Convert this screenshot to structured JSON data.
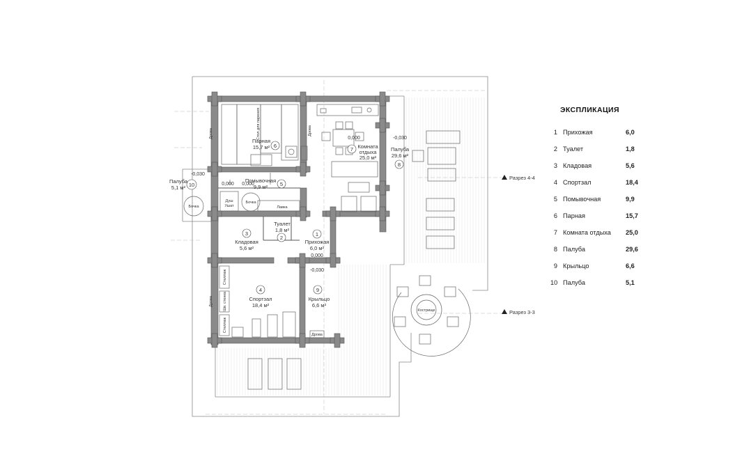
{
  "explication": {
    "title": "ЭКСПЛИКАЦИЯ",
    "rows": [
      {
        "num": "1",
        "name": "Прихожая",
        "area": "6,0"
      },
      {
        "num": "2",
        "name": "Туалет",
        "area": "1,8"
      },
      {
        "num": "3",
        "name": "Кладовая",
        "area": "5,6"
      },
      {
        "num": "4",
        "name": "Спортзал",
        "area": "18,4"
      },
      {
        "num": "5",
        "name": "Помывочная",
        "area": "9,9"
      },
      {
        "num": "6",
        "name": "Парная",
        "area": "15,7"
      },
      {
        "num": "7",
        "name": "Комната отдыха",
        "area": "25,0"
      },
      {
        "num": "8",
        "name": "Палуба",
        "area": "29,6"
      },
      {
        "num": "9",
        "name": "Крыльцо",
        "area": "6,6"
      },
      {
        "num": "10",
        "name": "Палуба",
        "area": "5,1"
      }
    ]
  },
  "rooms": {
    "parnaya": {
      "name": "Парная",
      "area": "15,7 м²",
      "num": "6"
    },
    "pomyv": {
      "name": "Помывочная",
      "area": "9,9 м²",
      "num": "5"
    },
    "komnata": {
      "name1": "Комната",
      "name2": "отдыха",
      "area": "25,0 м²",
      "num": "7"
    },
    "paluba8": {
      "name": "Палуба",
      "area": "29,6 м²",
      "num": "8"
    },
    "paluba10": {
      "name": "Палуба",
      "area": "5,1 м²",
      "num": "10"
    },
    "tualet": {
      "name": "Туалет",
      "area": "1,8 м²",
      "num": "2"
    },
    "kladovaya": {
      "name": "Кладовая",
      "area": "5,6 м²",
      "num": "3"
    },
    "prihozhaya": {
      "name": "Прихожая",
      "area": "6,0 м²",
      "num": "1"
    },
    "sportzal": {
      "name": "Спортзал",
      "area": "18,4 м²",
      "num": "4"
    },
    "krylco": {
      "name": "Крыльцо",
      "area": "6,6 м²",
      "num": "9"
    }
  },
  "levels": {
    "l_komnata": "0,000",
    "l_paluba8": "-0,030",
    "l_paluba10": "-0,030",
    "l_pomyv_a": "0,000",
    "l_pomyv_b": "0,000",
    "l_prihozhaya": "0,000",
    "l_krylco": "-0,030"
  },
  "labels": {
    "stol": "Стол для парения",
    "drova1": "Дрова",
    "drova2": "Дрова",
    "drova3": "Дрова",
    "drova4": "Дрова",
    "dush1": "Душ",
    "dush2": "Ушат",
    "bochka1": "Бочка",
    "bochka2": "Бочка",
    "lavka": "Лавка",
    "stellazh1": "Стеллаж",
    "stellazh2": "Стеллаж",
    "shved": "Шв. стенка",
    "kostrovische": "Кострище",
    "razrez44": "Разрез 4-4",
    "razrez33": "Разрез 3-3"
  }
}
